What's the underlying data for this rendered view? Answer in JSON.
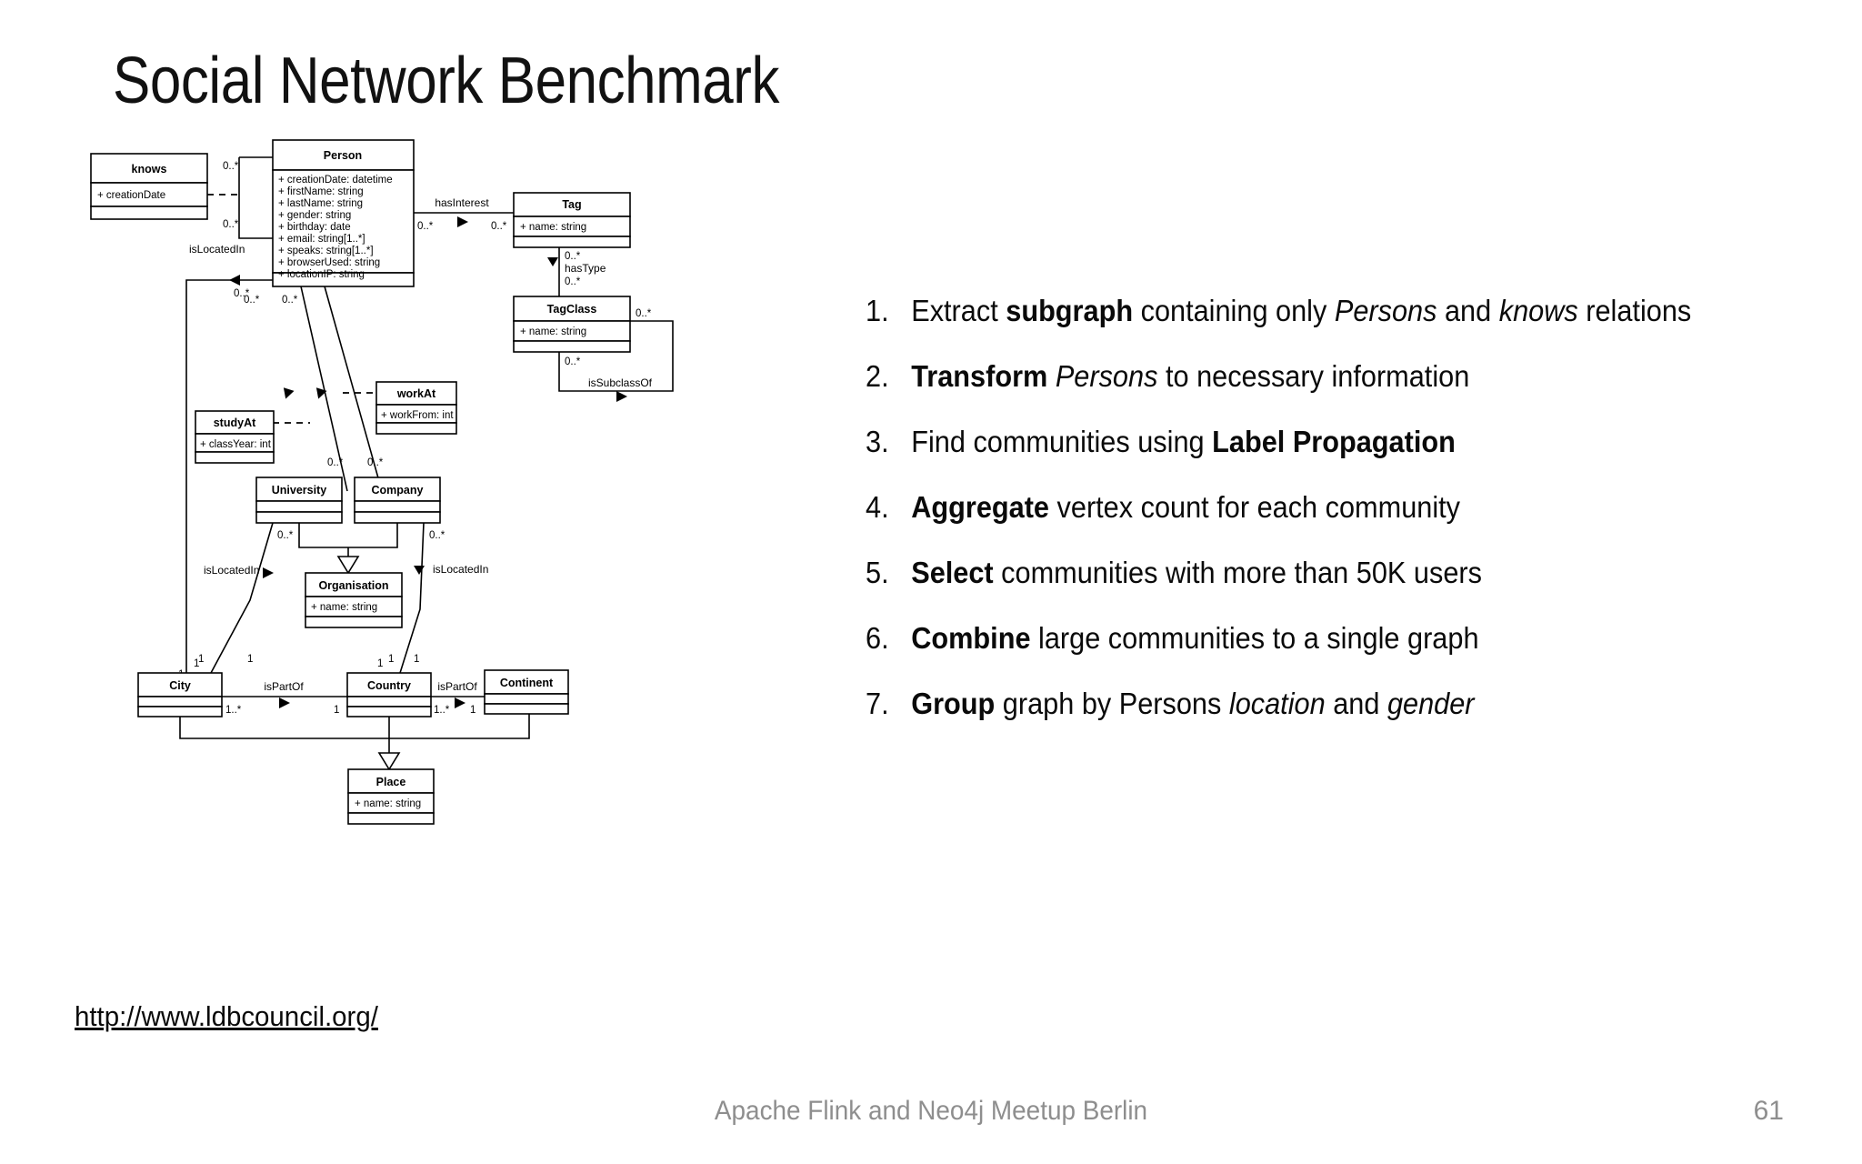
{
  "slide": {
    "title": "Social Network Benchmark",
    "url": "http://www.ldbcouncil.org/",
    "footer": "Apache Flink and Neo4j Meetup Berlin",
    "page_number": "61"
  },
  "steps": [
    {
      "num": "1.",
      "html": "Extract <b>subgraph</b> containing only <i>Persons</i> and <i>knows</i> relations"
    },
    {
      "num": "2.",
      "html": "<b>Transform</b> <i>Persons</i> to necessary information"
    },
    {
      "num": "3.",
      "html": "Find communities using <b>Label Propagation</b>"
    },
    {
      "num": "4.",
      "html": "<b>Aggregate</b> vertex count for each community"
    },
    {
      "num": "5.",
      "html": "<b>Select</b> communities with more than 50K users"
    },
    {
      "num": "6.",
      "html": "<b>Combine</b> large communities to a single graph"
    },
    {
      "num": "7.",
      "html": "<b>Group</b> graph by Persons <i>location</i> and <i>gender</i>"
    }
  ],
  "diagram": {
    "type": "uml-class-diagram",
    "classes": {
      "knows": {
        "name": "knows",
        "attributes": [
          "+ creationDate"
        ]
      },
      "person": {
        "name": "Person",
        "attributes": [
          "+ creationDate: datetime",
          "+ firstName: string",
          "+ lastName: string",
          "+ gender: string",
          "+ birthday: date",
          "+ email: string[1..*]",
          "+ speaks: string[1..*]",
          "+ browserUsed: string",
          "+ locationIP: string"
        ]
      },
      "tag": {
        "name": "Tag",
        "attributes": [
          "+ name: string"
        ]
      },
      "tagclass": {
        "name": "TagClass",
        "attributes": [
          "+ name: string"
        ]
      },
      "studyat": {
        "name": "studyAt",
        "attributes": [
          "+ classYear: int"
        ]
      },
      "workat": {
        "name": "workAt",
        "attributes": [
          "+ workFrom: int"
        ]
      },
      "university": {
        "name": "University",
        "attributes": []
      },
      "company": {
        "name": "Company",
        "attributes": []
      },
      "organisation": {
        "name": "Organisation",
        "attributes": [
          "+ name: string"
        ]
      },
      "city": {
        "name": "City",
        "attributes": []
      },
      "country": {
        "name": "Country",
        "attributes": []
      },
      "continent": {
        "name": "Continent",
        "attributes": []
      },
      "place": {
        "name": "Place",
        "attributes": [
          "+ name: string"
        ]
      }
    },
    "relations": [
      {
        "name": "hasInterest",
        "from": "Person",
        "to": "Tag",
        "from_mult": "0..*",
        "to_mult": "0..*"
      },
      {
        "name": "hasType",
        "from": "Tag",
        "to": "TagClass",
        "from_mult": "0..*",
        "to_mult": "0..*"
      },
      {
        "name": "isSubclassOf",
        "from": "TagClass",
        "to": "TagClass",
        "from_mult": "0..*",
        "to_mult": "0..*"
      },
      {
        "name": "knows",
        "from": "Person",
        "to": "Person",
        "from_mult": "0..*",
        "to_mult": "0..*"
      },
      {
        "name": "isLocatedIn",
        "from": "Person",
        "to": "City",
        "from_mult": "0..*",
        "to_mult": "1"
      },
      {
        "name": "studyAt",
        "from": "Person",
        "to": "University",
        "from_mult": "0..*",
        "to_mult": "0..*"
      },
      {
        "name": "workAt",
        "from": "Person",
        "to": "Company",
        "from_mult": "0..*",
        "to_mult": "0..*"
      },
      {
        "name": "isLocatedIn",
        "from": "University",
        "to": "City",
        "from_mult": "0..*",
        "to_mult": "1"
      },
      {
        "name": "isLocatedIn",
        "from": "Company",
        "to": "Country",
        "from_mult": "0..*",
        "to_mult": "1"
      },
      {
        "name": "isPartOf",
        "from": "City",
        "to": "Country",
        "from_mult": "1..*",
        "to_mult": "1"
      },
      {
        "name": "isPartOf",
        "from": "Country",
        "to": "Continent",
        "from_mult": "1..*",
        "to_mult": "1"
      }
    ],
    "generalizations": [
      {
        "sub": "University",
        "super": "Organisation"
      },
      {
        "sub": "Company",
        "super": "Organisation"
      },
      {
        "sub": "City",
        "super": "Place"
      },
      {
        "sub": "Country",
        "super": "Place"
      },
      {
        "sub": "Continent",
        "super": "Place"
      }
    ],
    "multiplicity_labels": [
      "0..*",
      "1",
      "1..*"
    ],
    "relation_labels": [
      "hasInterest",
      "hasType",
      "isSubclassOf",
      "isLocatedIn",
      "isPartOf"
    ]
  }
}
